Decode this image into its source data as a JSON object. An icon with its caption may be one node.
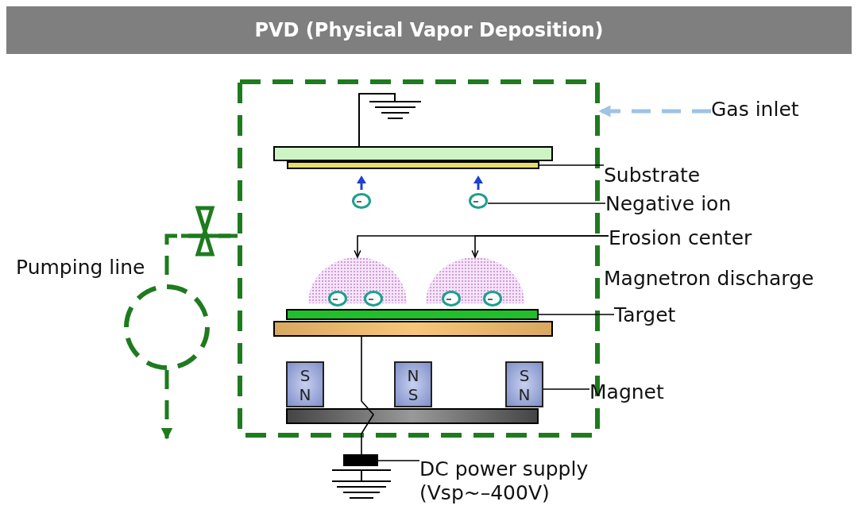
{
  "diagram": {
    "title": "PVD (Physical Vapor Deposition)",
    "nodes": [
      {
        "text": [
          "Gas inlet"
        ]
      },
      {
        "text": [],
        "shape": "box"
      },
      {
        "text": [
          "Substrate"
        ]
      },
      {
        "text": [],
        "shape": "bar",
        "in": 1
      },
      {
        "text": [
          "Negative ion"
        ]
      },
      {
        "text": [],
        "shape": "circle",
        "in": 1
      },
      {
        "text": [],
        "shape": "circle",
        "in": 1
      },
      {
        "text": [
          "Erosion center"
        ]
      },
      {
        "text": [],
        "shape": "cloud",
        "in": 1
      },
      {
        "text": [],
        "shape": "cloud",
        "in": 1
      },
      {
        "text": [],
        "shape": "circle",
        "in": 8
      },
      {
        "text": [],
        "shape": "circle",
        "in": 8
      },
      {
        "text": [],
        "shape": "circle",
        "in": 9
      },
      {
        "text": [],
        "shape": "circle",
        "in": 9
      },
      {
        "text": [
          "Target"
        ]
      },
      {
        "text": [],
        "shape": "bar",
        "in": 1
      },
      {
        "text": [
          "Magnet"
        ]
      },
      {
        "text": [
          "S N"
        ],
        "in": 1
      },
      {
        "text": [
          "N S"
        ],
        "in": 1
      },
      {
        "text": [
          "S N"
        ],
        "in": 1
      },
      {
        "text": [
          "DC power supply (Vsp~–400V)"
        ]
      },
      {
        "text": [],
        "shape": "box"
      },
      {
        "text": [],
        "shape": "bar",
        "in": 1
      },
      {
        "text": [],
        "shape": "bar",
        "in": 1
      },
      {
        "text": [],
        "shape": "bar",
        "in": 1
      },
      {
        "text": [],
        "shape": "circle"
      }
    ],
    "edges": [
      {
        "from": 0,
        "to": 1,
        "arrow": "to",
        "style": "dashed",
        "color": "#9dc3e6"
      },
      {
        "from": 2,
        "to": 15,
        "arrow": "none"
      },
      {
        "from": 4,
        "to": 6,
        "arrow": "none"
      },
      {
        "from": 7,
        "to": 8,
        "arrow": "to"
      },
      {
        "from": 7,
        "to": 9,
        "arrow": "to"
      },
      {
        "from": 14,
        "to": 22,
        "arrow": "none"
      },
      {
        "from": 16,
        "to": 19,
        "arrow": "none"
      },
      {
        "from": 20,
        "to": 21,
        "arrow": "none"
      },
      {
        "from": 23,
        "to": 21,
        "arrow": "none"
      },
      {
        "from": 1,
        "to": 25,
        "arrow": "none",
        "style": "dashed",
        "color": "#1e7b1e"
      },
      {
        "from": 25,
        "to": null,
        "arrow": "to",
        "style": "dashed",
        "color": "#1e7b1e"
      }
    ],
    "labels": [
      "Magnetron discharge",
      "Pumping line"
    ]
  }
}
